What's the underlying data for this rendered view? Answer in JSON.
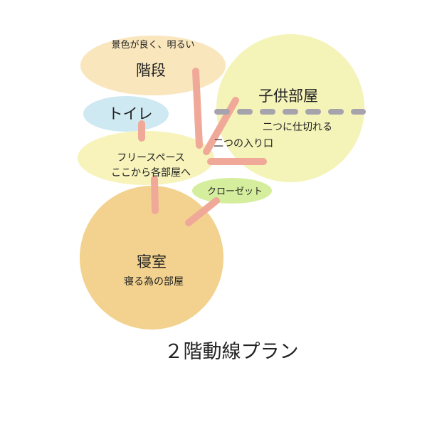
{
  "stairs": {
    "note": "景色が良く、明るい",
    "label": "階段"
  },
  "kids_room": {
    "label": "子供部屋",
    "note1": "二つに仕切れる",
    "note2": "二つの入り口"
  },
  "toilet": {
    "label": "トイレ"
  },
  "free_space": {
    "line1": "フリースペース",
    "line2": "ここから各部屋へ"
  },
  "closet": {
    "label": "クローゼット"
  },
  "bedroom": {
    "label": "寝室",
    "note": "寝る為の部屋"
  },
  "title": "２階動線プラン",
  "colors": {
    "stairs": "#f9e6bd",
    "kids_room": "#f4f3b8",
    "toilet": "#cfe9f2",
    "free_space": "#f7f3bb",
    "closet": "#d5ee9d",
    "bedroom": "#f2d28e",
    "path": "#f0a999",
    "divider": "#a6a3ad"
  }
}
